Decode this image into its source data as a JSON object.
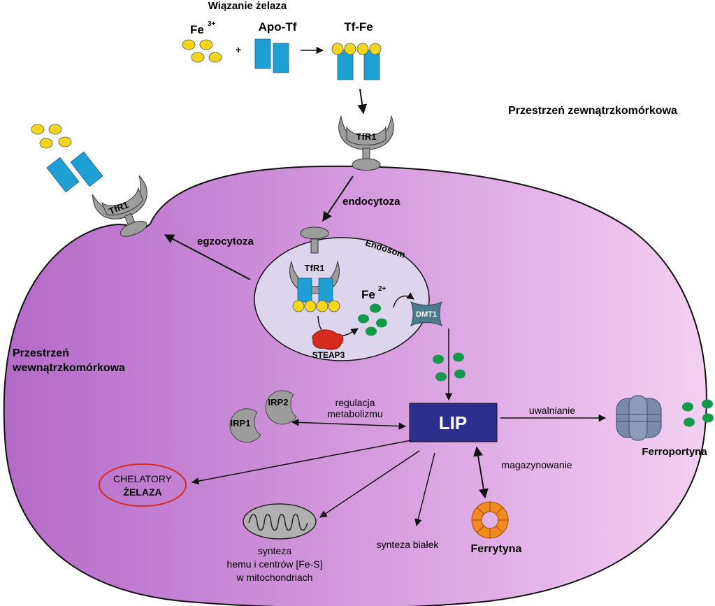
{
  "binding": {
    "title": "Wiązanie żelaza",
    "fe3": "Fe",
    "fe3_sup": "3+",
    "plus": "+",
    "apo_tf": "Apo-Tf",
    "tf_fe": "Tf-Fe"
  },
  "regions": {
    "extracellular": "Przestrzeń zewnątrzkomórkowa",
    "intracellular_line1": "Przestrzeń",
    "intracellular_line2": "wewnątrzkomórkowa"
  },
  "receptors": {
    "tfr1_top": "TfR1",
    "tfr1_left": "TfR1",
    "tfr1_endosome": "TfR1"
  },
  "processes": {
    "endocytosis": "endocytoza",
    "exocytosis": "egzocytoza"
  },
  "endosome": {
    "label": "Endosom",
    "fe2": "Fe",
    "fe2_sup": "2+",
    "steap3": "STEAP3",
    "dmt1": "DMT1"
  },
  "lip": {
    "label": "LIP",
    "release": "uwalnianie",
    "storage": "magazynowanie",
    "regulation_line1": "regulacja",
    "regulation_line2": "metabolizmu"
  },
  "irp": {
    "irp1": "IRP1",
    "irp2": "IRP2"
  },
  "outputs": {
    "chelators_line1": "CHELATORY",
    "chelators_line2": "ŻELAZA",
    "heme_line1": "synteza",
    "heme_line2": "hemu i centrów [Fe-S]",
    "heme_line3": "w mitochondriach",
    "protein": "synteza białek",
    "ferritin": "Ferrytyna",
    "ferroportin": "Ferroportyna"
  },
  "colors": {
    "fe3_yellow": "#f2d617",
    "fe2_green": "#129a4a",
    "transferrin_blue": "#1ea0d4",
    "lip_navy": "#2b2f8e",
    "receptor_gray": "#9d9d9d",
    "cell_purple": "#b86ac9",
    "endosome_lavender": "#ddd5ee",
    "steap3_red": "#d62b1c",
    "dmt1_teal": "#4d7a8a",
    "ferritin_orange": "#f08a1e",
    "ferroportin_slate": "#7a8aaa",
    "chelator_red": "#d52a20"
  }
}
